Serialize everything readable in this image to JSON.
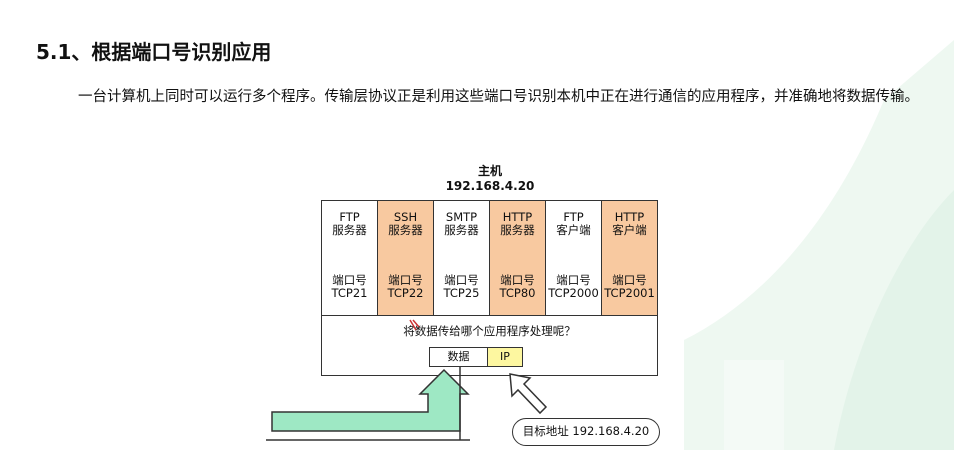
{
  "section": {
    "heading": "5.1、根据端口号识别应用",
    "paragraph": "一台计算机上同时可以运行多个程序。传输层协议正是利用这些端口号识别本机中正在进行通信的应用程序，并准确地将数据传输。"
  },
  "diagram": {
    "host_label": "主机",
    "host_ip": "192.168.4.20",
    "apps": [
      {
        "name": "FTP",
        "role": "服务器",
        "port_label": "端口号",
        "port": "TCP21",
        "highlight": false
      },
      {
        "name": "SSH",
        "role": "服务器",
        "port_label": "端口号",
        "port": "TCP22",
        "highlight": true
      },
      {
        "name": "SMTP",
        "role": "服务器",
        "port_label": "端口号",
        "port": "TCP25",
        "highlight": false
      },
      {
        "name": "HTTP",
        "role": "服务器",
        "port_label": "端口号",
        "port": "TCP80",
        "highlight": true
      },
      {
        "name": "FTP",
        "role": "客户端",
        "port_label": "端口号",
        "port": "TCP2000",
        "highlight": false
      },
      {
        "name": "HTTP",
        "role": "客户端",
        "port_label": "端口号",
        "port": "TCP2001",
        "highlight": true
      }
    ],
    "question": "将数据传给哪个应用程序处理呢？",
    "packet_data": "数据",
    "packet_ip": "IP",
    "dest_address": "目标地址 192.168.4.20",
    "colors": {
      "highlight": "#f8c9a0",
      "ip_field": "#fdf7a0",
      "arrow_fill": "#9ee8c4",
      "bg_deco": "#e9f6ee"
    }
  }
}
